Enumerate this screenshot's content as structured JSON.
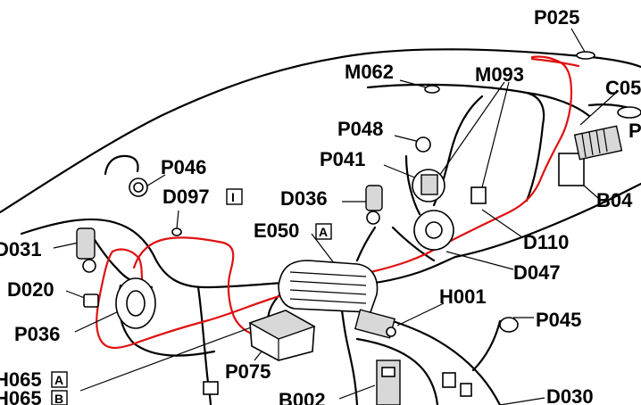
{
  "diagram": {
    "labels": {
      "p025": "P025",
      "m062": "M062",
      "m093": "M093",
      "c05": "C05",
      "p048": "P048",
      "p041": "P041",
      "p046": "P046",
      "d097": "D097",
      "d097_tag": "I",
      "d036": "D036",
      "e050": "E050",
      "e050_tag": "A",
      "d031": "D031",
      "d020": "D020",
      "p036": "P036",
      "b04": "B04",
      "p_right": "P",
      "d110": "D110",
      "d047": "D047",
      "h001": "H001",
      "p045": "P045",
      "p075": "P075",
      "h065a": "H065",
      "h065a_tag": "A",
      "h065b": "H065",
      "h065b_tag": "B",
      "b002": "B002",
      "d030": "D030"
    }
  }
}
